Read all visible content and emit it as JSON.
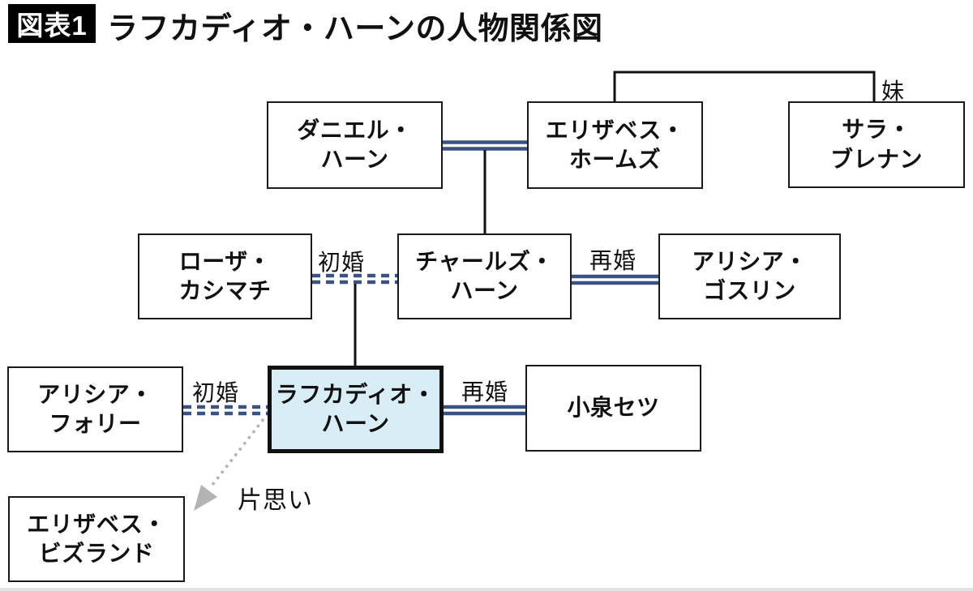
{
  "header": {
    "tag": "図表1",
    "title": "ラフカディオ・ハーンの人物関係図"
  },
  "colors": {
    "line_navy": "#3a5383",
    "line_black": "#111111",
    "box_border": "#1a1a1a",
    "highlight_fill": "#d9edf7",
    "highlight_border": "#111111",
    "gray_arrow": "#b3b3b3",
    "page_bg": "#ffffff"
  },
  "people": {
    "daniel": {
      "name": "ダニエル・\nハーン"
    },
    "holmes": {
      "name": "エリザベス・\nホームズ"
    },
    "sarah": {
      "name": "サラ・\nブレナン"
    },
    "rosa": {
      "name": "ローザ・\nカシマチ"
    },
    "charles": {
      "name": "チャールズ・\nハーン"
    },
    "goslin": {
      "name": "アリシア・\nゴスリン"
    },
    "foley": {
      "name": "アリシア・\nフォリー"
    },
    "hearn": {
      "name": "ラフカディオ・\nハーン"
    },
    "setsu": {
      "name": "小泉セツ"
    },
    "bisland": {
      "name": "エリザベス・\nビズランド"
    }
  },
  "edges": [
    {
      "from": "daniel",
      "to": "holmes",
      "type": "marriage",
      "label": ""
    },
    {
      "from": "holmes",
      "to": "sarah",
      "type": "sister",
      "label": "妹"
    },
    {
      "from": "daniel_holmes",
      "to": "charles",
      "type": "parent_child",
      "label": ""
    },
    {
      "from": "rosa",
      "to": "charles",
      "type": "first_marriage",
      "label": "初婚"
    },
    {
      "from": "charles",
      "to": "goslin",
      "type": "remarriage",
      "label": "再婚"
    },
    {
      "from": "rosa_charles",
      "to": "hearn",
      "type": "parent_child",
      "label": ""
    },
    {
      "from": "foley",
      "to": "hearn",
      "type": "first_marriage",
      "label": "初婚"
    },
    {
      "from": "hearn",
      "to": "setsu",
      "type": "remarriage",
      "label": "再婚"
    },
    {
      "from": "hearn",
      "to": "bisland",
      "type": "unrequited_love",
      "label": "片思い"
    }
  ]
}
